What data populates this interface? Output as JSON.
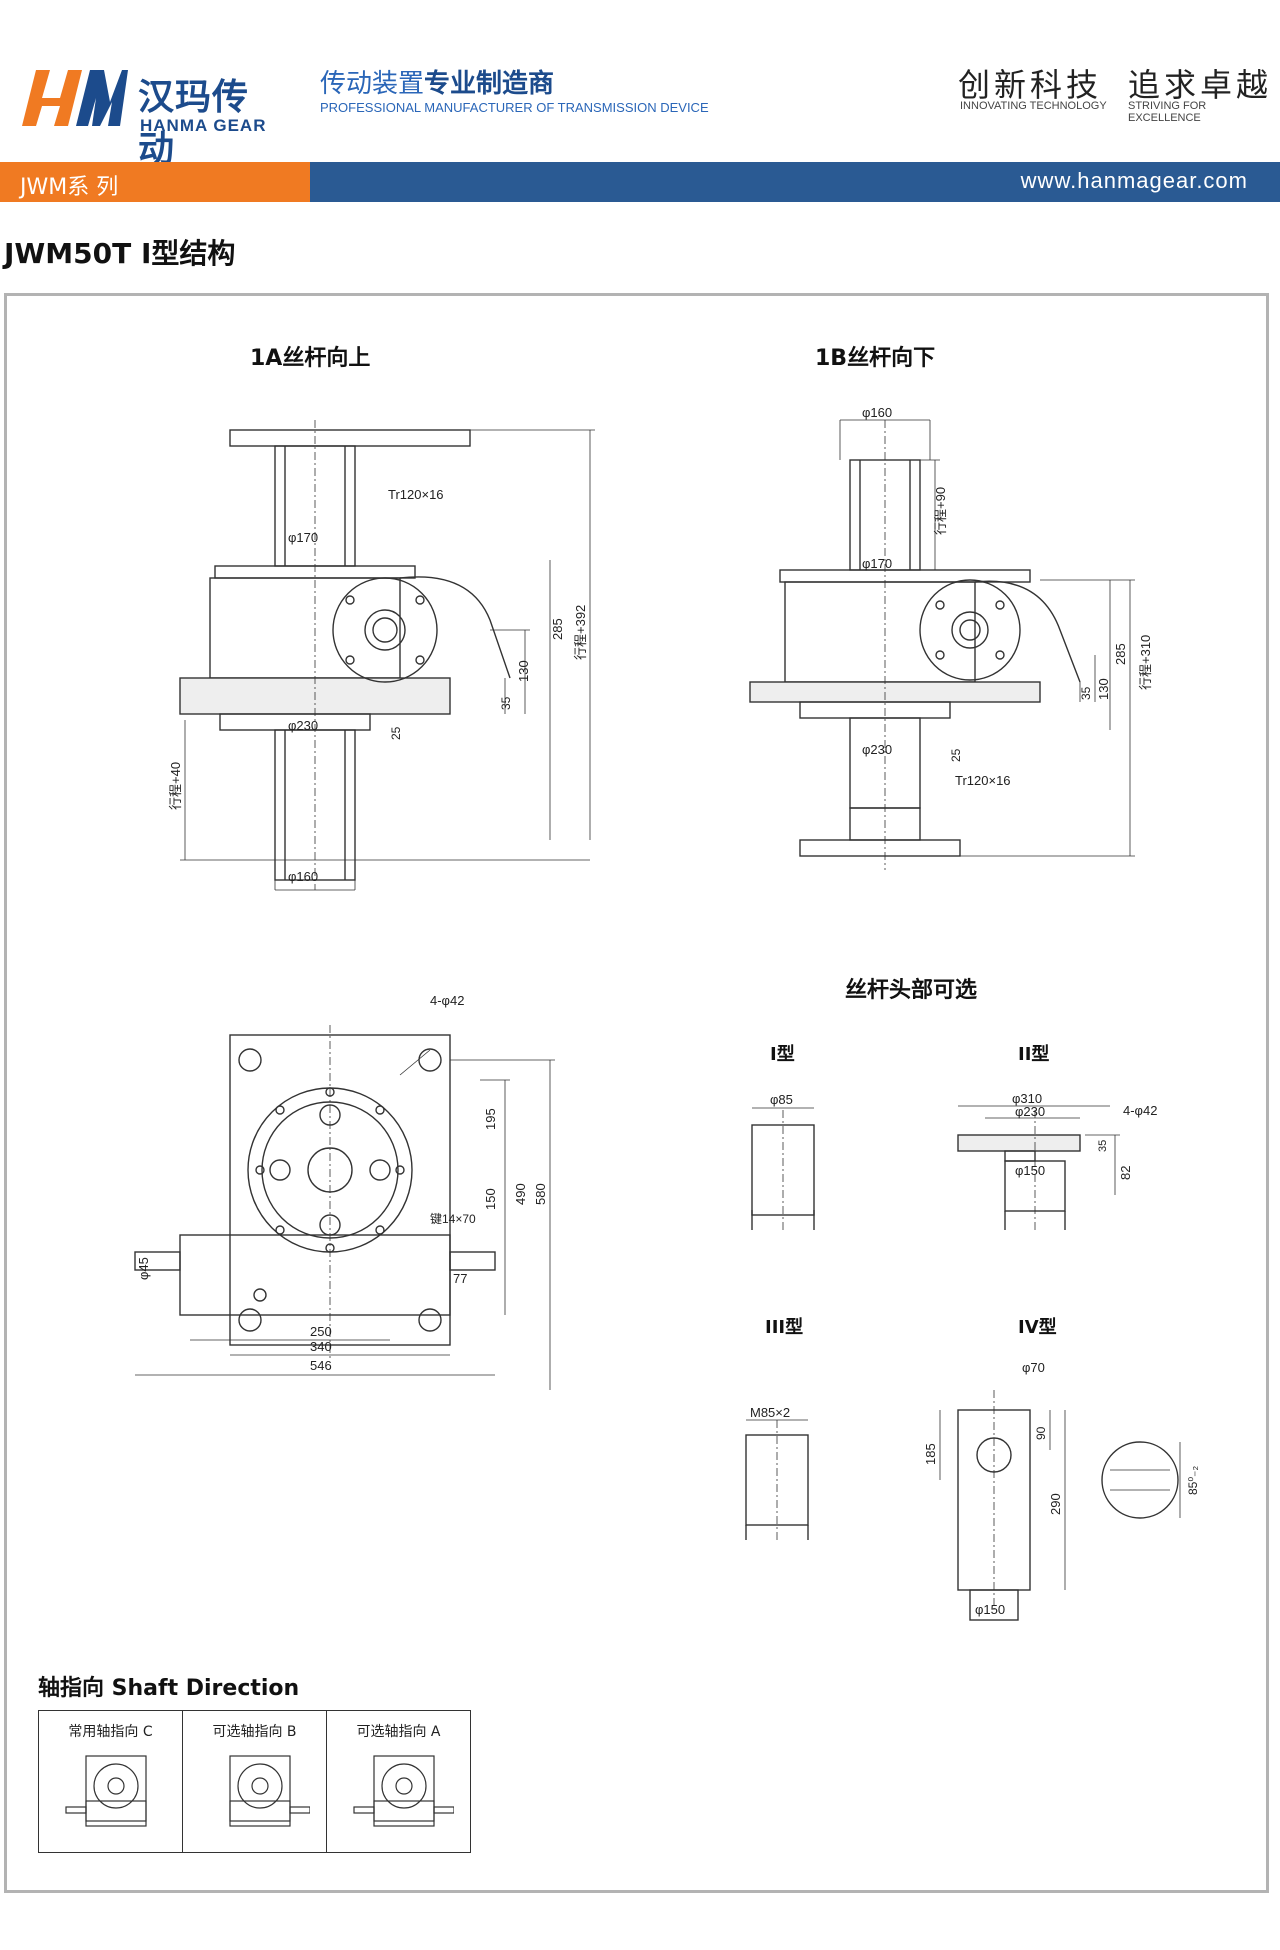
{
  "header": {
    "logo_cn": "汉玛传动",
    "logo_en": "HANMA GEAR",
    "tagline_cn_a": "传动装置",
    "tagline_cn_b": "专业制造商",
    "tagline_en": "PROFESSIONAL MANUFACTURER OF TRANSMISSION DEVICE",
    "slogan1_cn": "创新科技",
    "slogan1_en": "INNOVATING TECHNOLOGY",
    "slogan2_cn": "追求卓越",
    "slogan2_en": "STRIVING FOR EXCELLENCE",
    "series": "JWM系 列",
    "website": "www.hanmagear.com"
  },
  "colors": {
    "orange": "#f07a22",
    "blue": "#2a5a93",
    "brand": "#1c4b8c"
  },
  "page_title": "JWM50T I型结构",
  "views": {
    "view_1a": {
      "title": "1A丝杆向上",
      "labels": {
        "thread": "Tr120×16",
        "d170": "φ170",
        "d230": "φ230",
        "d160": "φ160",
        "h285": "285",
        "h130": "130",
        "h35": "35",
        "h25": "25",
        "stroke392": "行程+392",
        "stroke40": "行程+40"
      }
    },
    "view_1b": {
      "title": "1B丝杆向下",
      "labels": {
        "d160": "φ160",
        "stroke90": "行程+90",
        "d170": "φ170",
        "h285": "285",
        "stroke310": "行程+310",
        "h130": "130",
        "h35": "35",
        "d230": "φ230",
        "h25": "25",
        "thread": "Tr120×16"
      }
    },
    "view_top": {
      "labels": {
        "holes": "4-φ42",
        "h195": "195",
        "h150": "150",
        "h490": "490",
        "h580": "580",
        "key": "键14×70",
        "d45": "φ45",
        "w77": "77",
        "w250": "250",
        "w340": "340",
        "w546": "546"
      }
    }
  },
  "options": {
    "title": "丝杆头部可选",
    "type1": {
      "name": "I型",
      "d85": "φ85"
    },
    "type2": {
      "name": "II型",
      "d310": "φ310",
      "d230": "φ230",
      "holes": "4-φ42",
      "h35": "35",
      "h82": "82",
      "d150": "φ150"
    },
    "type3": {
      "name": "III型",
      "thread": "M85×2"
    },
    "type4": {
      "name": "IV型",
      "d70": "φ70",
      "h90": "90",
      "h185": "185",
      "h290": "290",
      "d150": "φ150",
      "w85": "85⁰₋₂"
    }
  },
  "shaft_direction": {
    "title": "轴指向 Shaft Direction",
    "cells": [
      "常用轴指向 C",
      "可选轴指向 B",
      "可选轴指向 A"
    ]
  }
}
